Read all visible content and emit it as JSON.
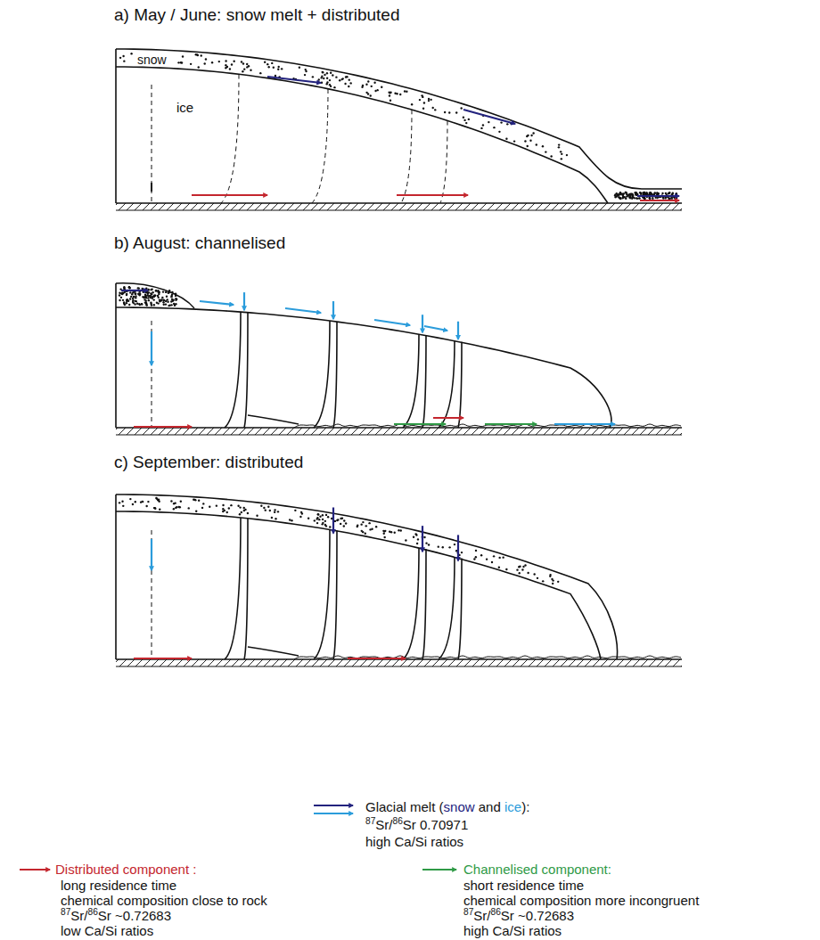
{
  "diagram": {
    "labels": [
      "a) May / June: snow melt + distributed",
      "snow",
      "ice",
      "b) August: channelised",
      "c) September: distributed",
      "87Sr/86Sr 0.70971",
      "high Ca/Si ratios",
      "long residence time",
      "chemical composition close to rock",
      "87Sr/86Sr ~0.72683",
      "low Ca/Si ratios",
      "short residence time",
      "chemical composition more incongruent",
      "87Sr/86Sr ~0.72683",
      "high Ca/Si ratios"
    ],
    "legend": [
      {
        "text": "Glacial melt (snow and ice):"
      },
      {
        "text": "Distributed component :"
      },
      {
        "text": "Channelised component:"
      }
    ]
  }
}
